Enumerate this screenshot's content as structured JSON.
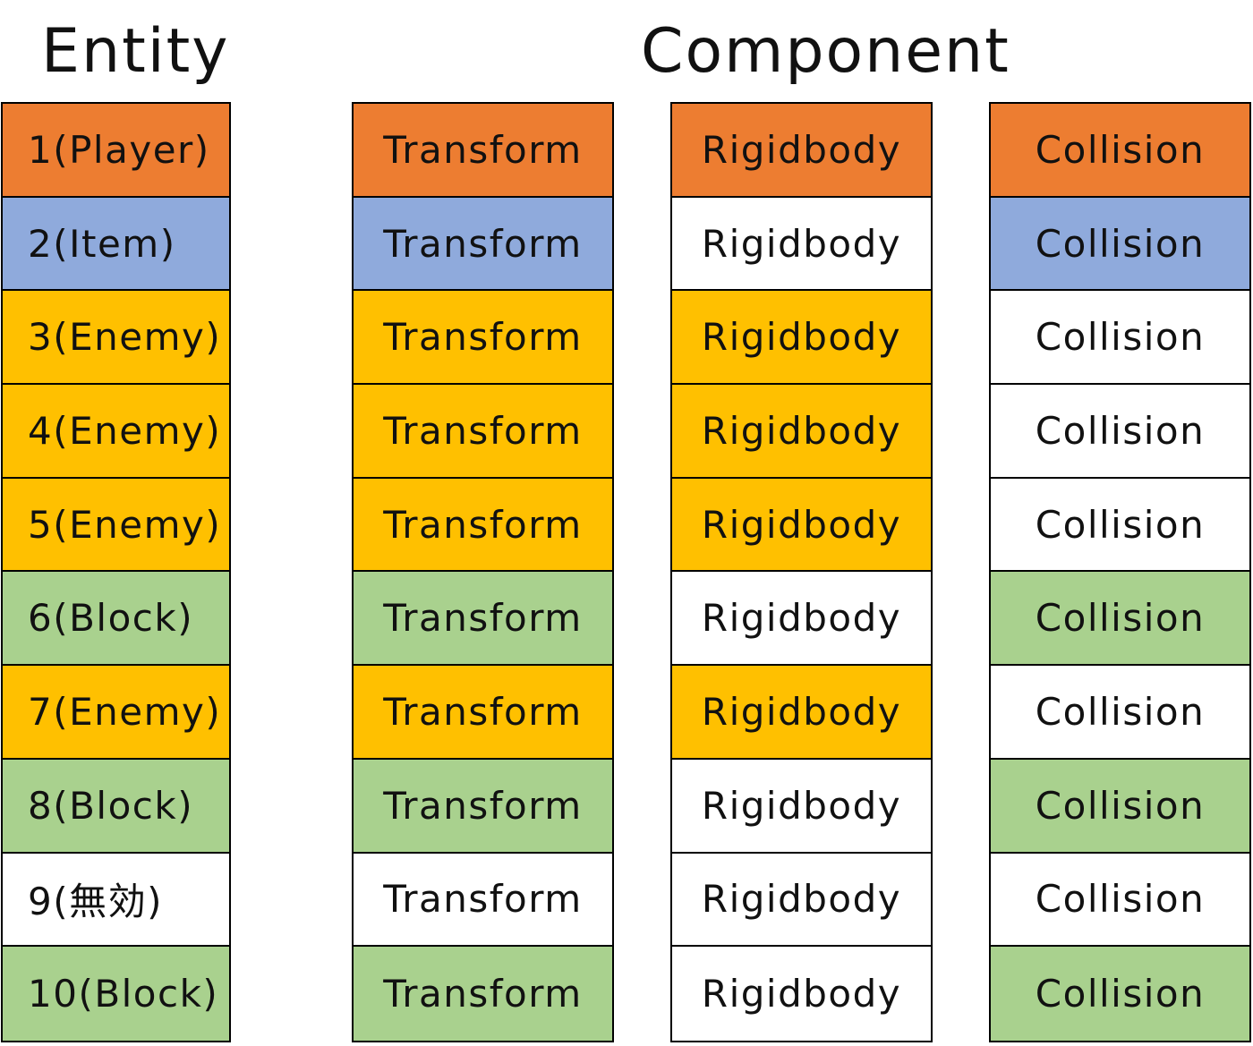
{
  "headings": {
    "entity": "Entity",
    "component": "Component"
  },
  "colors": {
    "player": "#ED7D31",
    "item": "#8FAADC",
    "enemy": "#FFC000",
    "block": "#A9D18E",
    "none": "#FFFFFF",
    "border": "#000000"
  },
  "entities": [
    {
      "label": "1(Player)",
      "type": "player"
    },
    {
      "label": "2(Item)",
      "type": "item"
    },
    {
      "label": "3(Enemy)",
      "type": "enemy"
    },
    {
      "label": "4(Enemy)",
      "type": "enemy"
    },
    {
      "label": "5(Enemy)",
      "type": "enemy"
    },
    {
      "label": "6(Block)",
      "type": "block"
    },
    {
      "label": "7(Enemy)",
      "type": "enemy"
    },
    {
      "label": "8(Block)",
      "type": "block"
    },
    {
      "label": "9(無効)",
      "type": "none"
    },
    {
      "label": "10(Block)",
      "type": "block"
    }
  ],
  "components": [
    {
      "name": "transform",
      "label": "Transform",
      "cells": [
        "player",
        "item",
        "enemy",
        "enemy",
        "enemy",
        "block",
        "enemy",
        "block",
        "none",
        "block"
      ]
    },
    {
      "name": "rigidbody",
      "label": "Rigidbody",
      "cells": [
        "player",
        "none",
        "enemy",
        "enemy",
        "enemy",
        "none",
        "enemy",
        "none",
        "none",
        "none"
      ]
    },
    {
      "name": "collision",
      "label": "Collision",
      "cells": [
        "player",
        "item",
        "none",
        "none",
        "none",
        "block",
        "none",
        "block",
        "none",
        "block"
      ]
    }
  ]
}
